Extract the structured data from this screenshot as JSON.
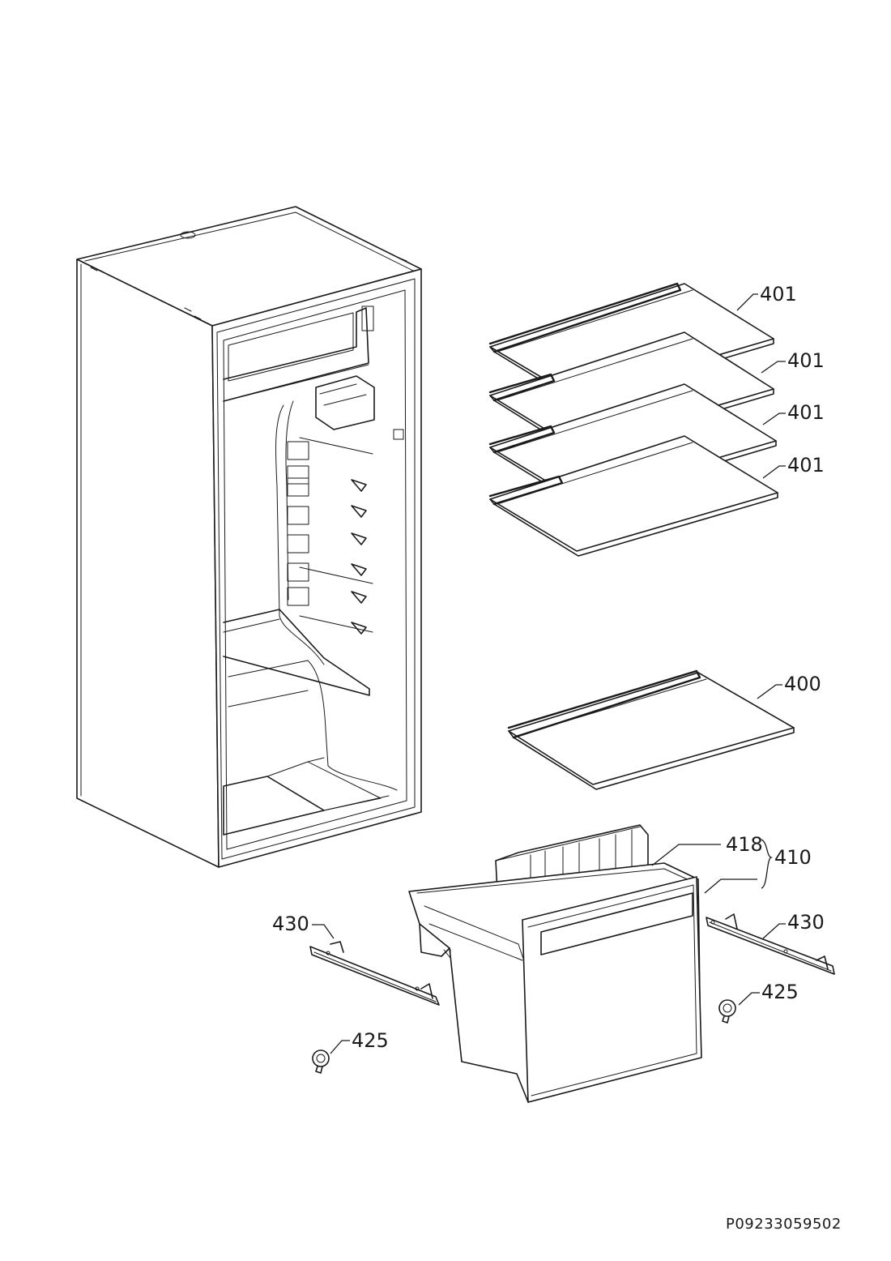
{
  "callouts": {
    "shelf_1": "401",
    "shelf_2": "401",
    "shelf_3": "401",
    "shelf_4": "401",
    "shelf_lower": "400",
    "drawer_front": "418",
    "drawer_group": "410",
    "rail_left": "430",
    "rail_right": "430",
    "knob_left": "425",
    "knob_right": "425"
  },
  "document_code": "P09233059502",
  "colors": {
    "line": "#1a1a1a",
    "background": "#ffffff"
  }
}
